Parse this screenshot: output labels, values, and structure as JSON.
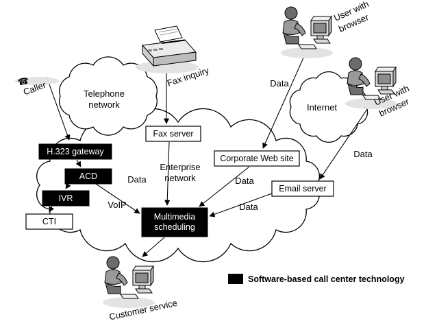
{
  "diagram": {
    "icons": {
      "phone": "☎"
    },
    "clouds": {
      "telephone": {
        "line1": "Telephone",
        "line2": "network"
      },
      "internet": {
        "label": "Internet"
      },
      "enterprise": {
        "line1": "Enterprise",
        "line2": "network"
      }
    },
    "actors": {
      "caller": "Caller",
      "fax_inquiry": "Fax inquiry",
      "user_top": {
        "line1": "User with",
        "line2": "browser"
      },
      "user_right": {
        "line1": "User with",
        "line2": "browser"
      },
      "customer_service": "Customer service"
    },
    "boxes": {
      "h323_gateway": "H.323 gateway",
      "acd": "ACD",
      "ivr": "IVR",
      "cti": "CTI",
      "fax_server": "Fax server",
      "corporate_web_site": "Corporate Web site",
      "email_server": "Email server",
      "multimedia_scheduling": {
        "line1": "Multimedia",
        "line2": "scheduling"
      }
    },
    "edge_labels": {
      "data": "Data",
      "voip": "VoIP"
    },
    "legend": {
      "label": "Software-based call center technology",
      "swatch_color": "#000000"
    },
    "colors": {
      "software_box_bg": "#000000",
      "software_box_text": "#ffffff",
      "plain_box_bg": "#ffffff",
      "line": "#000000"
    }
  }
}
